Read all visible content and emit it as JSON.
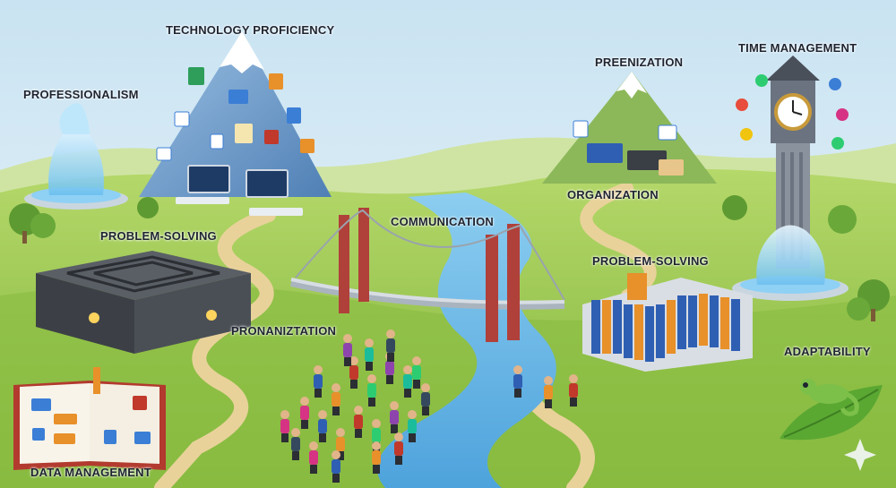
{
  "labels": {
    "technology_proficiency": "TECHNOLOGY PROFICIENCY",
    "professionalism": "PROFESSIONALISM",
    "problem_solving_left": "PROBLEM-SOLVING",
    "communication": "COMMUNICATION",
    "preenization": "PREENIZATION",
    "organization": "ORGANIZATION",
    "time_management": "TIME MANAGEMENT",
    "problem_solving_right": "PROBLEM-SOLVING",
    "pronaniztation": "PRONANIZTATION",
    "adaptability": "ADAPTABILITY",
    "data_management": "DATA MANAGEMENT"
  },
  "colors": {
    "sky": "#cfe6f2",
    "grass": "#9ccc4f",
    "path": "#e8d29a",
    "river": "#6fb8e6",
    "bridge_tower": "#b0403a",
    "mountain": "#6f9cc9",
    "binder_blue": "#2f5fb3",
    "binder_orange": "#e8902a"
  },
  "icons": [
    "fountain-icon",
    "mountain-icon",
    "maze-icon",
    "bridge-icon",
    "clock-tower-icon",
    "binders-icon",
    "chameleon-icon",
    "book-icon",
    "people-icon"
  ]
}
